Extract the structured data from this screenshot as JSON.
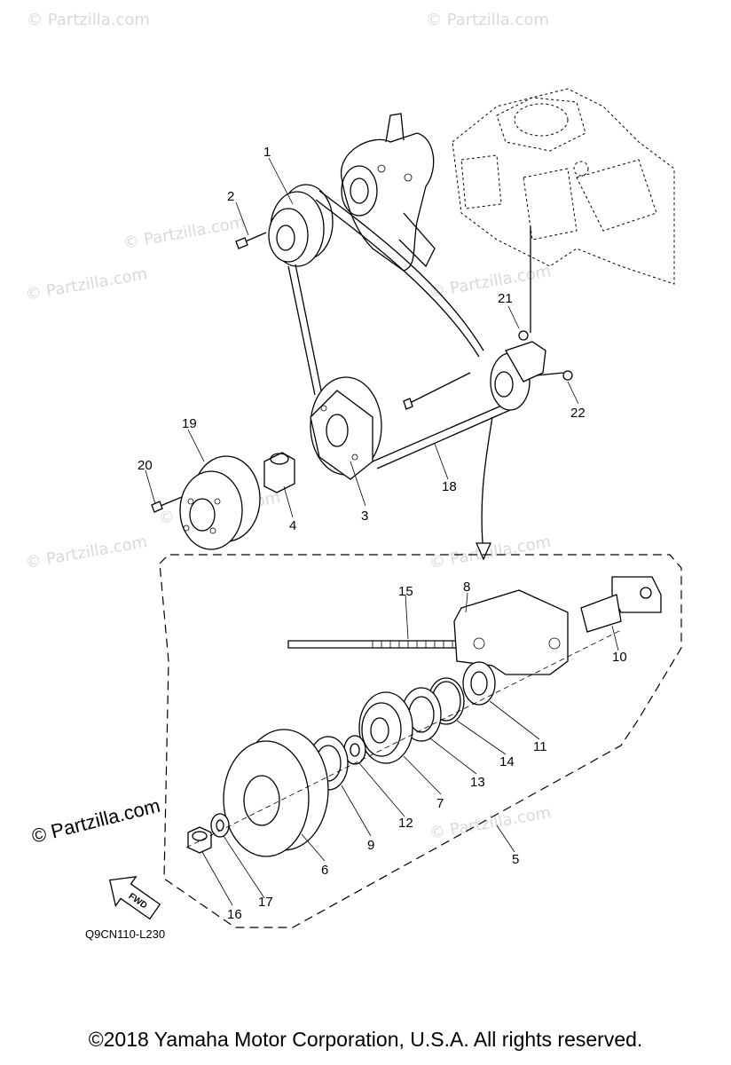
{
  "watermarks": [
    "© Partzilla.com",
    "© Partzilla.com",
    "© Partzilla.com",
    "© Partzilla.com",
    "© Partzilla.com",
    "© Partzilla.com",
    "© Partzilla.com",
    "© Partzilla.com",
    "© Partzilla.com"
  ],
  "watermark_main": "© Partzilla.com",
  "callouts": [
    "1",
    "2",
    "3",
    "4",
    "5",
    "6",
    "7",
    "8",
    "9",
    "10",
    "11",
    "12",
    "13",
    "14",
    "15",
    "16",
    "17",
    "18",
    "19",
    "20",
    "21",
    "22"
  ],
  "fwd_label": "FWD",
  "diagram_code": "Q9CN110-L230",
  "copyright": "©2018  Yamaha Motor Corporation, U.S.A. All rights reserved."
}
